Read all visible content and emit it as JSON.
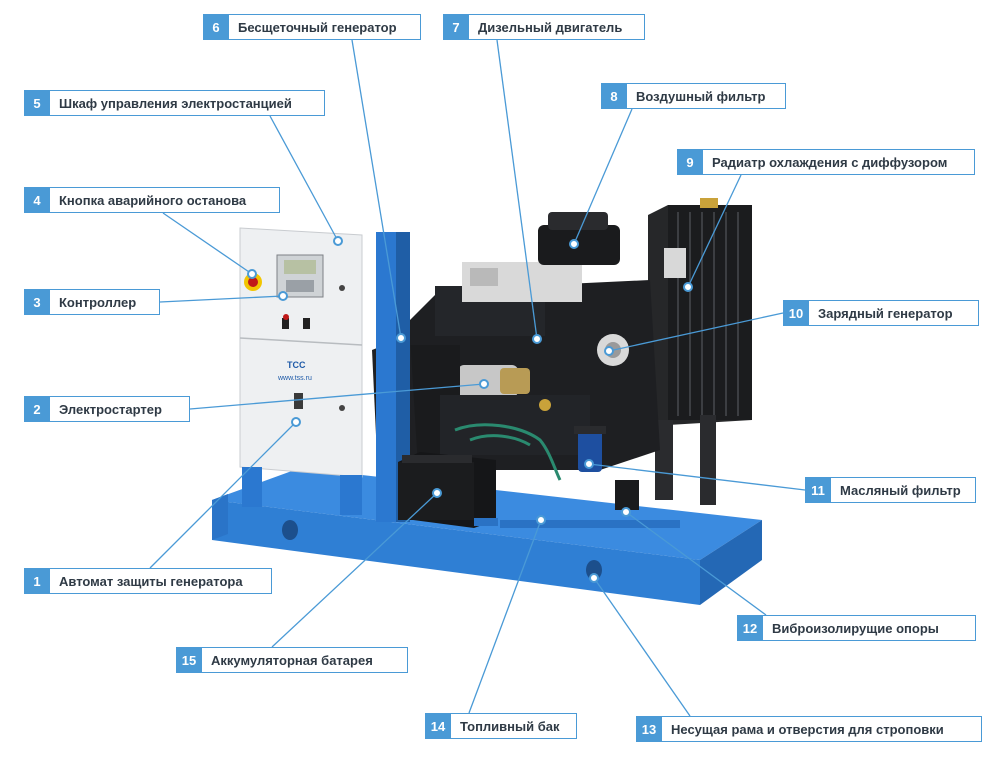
{
  "colors": {
    "accent": "#4a9ad6",
    "frame_blue": "#2f7fd4",
    "engine_black": "#1e1f22",
    "cabinet": "#eef0f2"
  },
  "labels": [
    {
      "num": "1",
      "text": "Автомат защиты генератора"
    },
    {
      "num": "2",
      "text": "Электростартер"
    },
    {
      "num": "3",
      "text": "Контроллер"
    },
    {
      "num": "4",
      "text": "Кнопка аварийного останова"
    },
    {
      "num": "5",
      "text": "Шкаф управления электростанцией"
    },
    {
      "num": "6",
      "text": "Бесщеточный генератор"
    },
    {
      "num": "7",
      "text": "Дизельный двигатель"
    },
    {
      "num": "8",
      "text": "Воздушный фильтр"
    },
    {
      "num": "9",
      "text": "Радиатр охлаждения с диффузором"
    },
    {
      "num": "10",
      "text": "Зарядный генератор"
    },
    {
      "num": "11",
      "text": "Масляный фильтр"
    },
    {
      "num": "12",
      "text": "Виброизолирущие опоры"
    },
    {
      "num": "13",
      "text": "Несущая рама и отверстия для строповки"
    },
    {
      "num": "14",
      "text": "Топливный бак"
    },
    {
      "num": "15",
      "text": "Аккумуляторная батарея"
    }
  ],
  "cabinet": {
    "logo": "ТСС",
    "url": "www.tss.ru"
  }
}
